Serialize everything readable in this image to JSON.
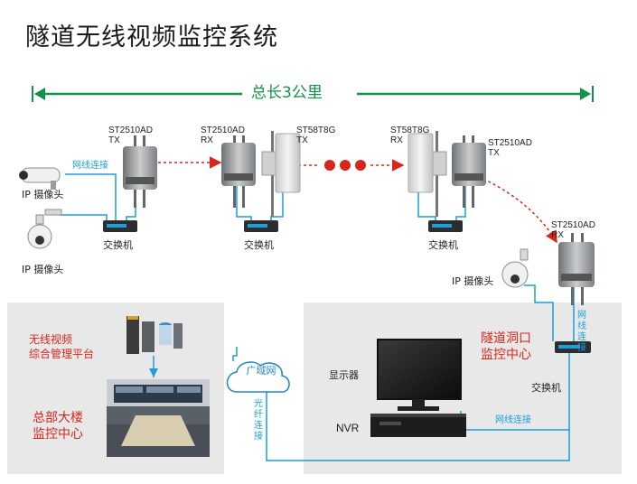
{
  "title": "隧道无线视频监控系统",
  "distance_label": "总长3公里",
  "devices": {
    "tx1": {
      "model": "ST2510AD",
      "mode": "TX"
    },
    "rx1": {
      "model": "ST2510AD",
      "mode": "RX"
    },
    "tx2": {
      "model": "ST58T8G",
      "mode": "TX"
    },
    "rx2": {
      "model": "ST58T8G",
      "mode": "RX"
    },
    "tx3": {
      "model": "ST2510AD",
      "mode": "TX"
    },
    "rx3": {
      "model": "ST2510AD",
      "mode": "RX"
    }
  },
  "labels": {
    "ip_camera": "IP 摄像头",
    "switch": "交换机",
    "network_connection": "网线连接",
    "wan": "广域网",
    "fiber_connection": "光纤连接",
    "display": "显示器",
    "nvr": "NVR",
    "platform_line1": "无线视频",
    "platform_line2": "综合管理平台",
    "hq_line1": "总部大楼",
    "hq_line2": "监控中心",
    "tunnel_line1": "隧道洞口",
    "tunnel_line2": "监控中心"
  },
  "colors": {
    "accent_green": "#11924a",
    "label_red": "#d8261c",
    "link_blue": "#1e9ed8",
    "panel_gray": "#e8e8e8"
  }
}
